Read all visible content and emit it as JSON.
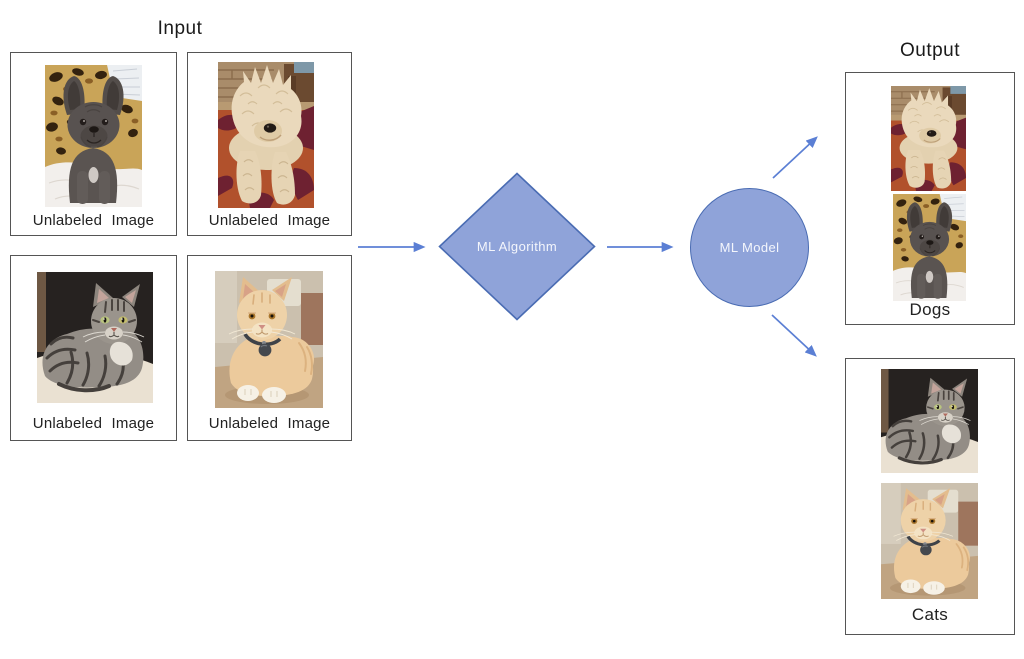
{
  "titles": {
    "input": "Input",
    "output": "Output"
  },
  "nodes": {
    "algorithm_label": "ML Algorithm",
    "model_label": "ML Model"
  },
  "input_boxes": [
    {
      "label": "Unlabeled Image",
      "image": "#pet-french-bulldog"
    },
    {
      "label": "Unlabeled Image",
      "image": "#pet-cream-doodle"
    },
    {
      "label": "Unlabeled Image",
      "image": "#pet-gray-tabby"
    },
    {
      "label": "Unlabeled Image",
      "image": "#pet-orange-cat"
    }
  ],
  "output_boxes": [
    {
      "label": "Dogs",
      "images": [
        "#pet-cream-doodle",
        "#pet-french-bulldog"
      ]
    },
    {
      "label": "Cats",
      "images": [
        "#pet-gray-tabby",
        "#pet-orange-cat"
      ]
    }
  ],
  "colors": {
    "node_fill": "#8FA3D9",
    "node_border": "#4A6CB3",
    "arrow": "#5B7FD4",
    "box_border": "#555555",
    "node_text": "#F4F6FC"
  }
}
